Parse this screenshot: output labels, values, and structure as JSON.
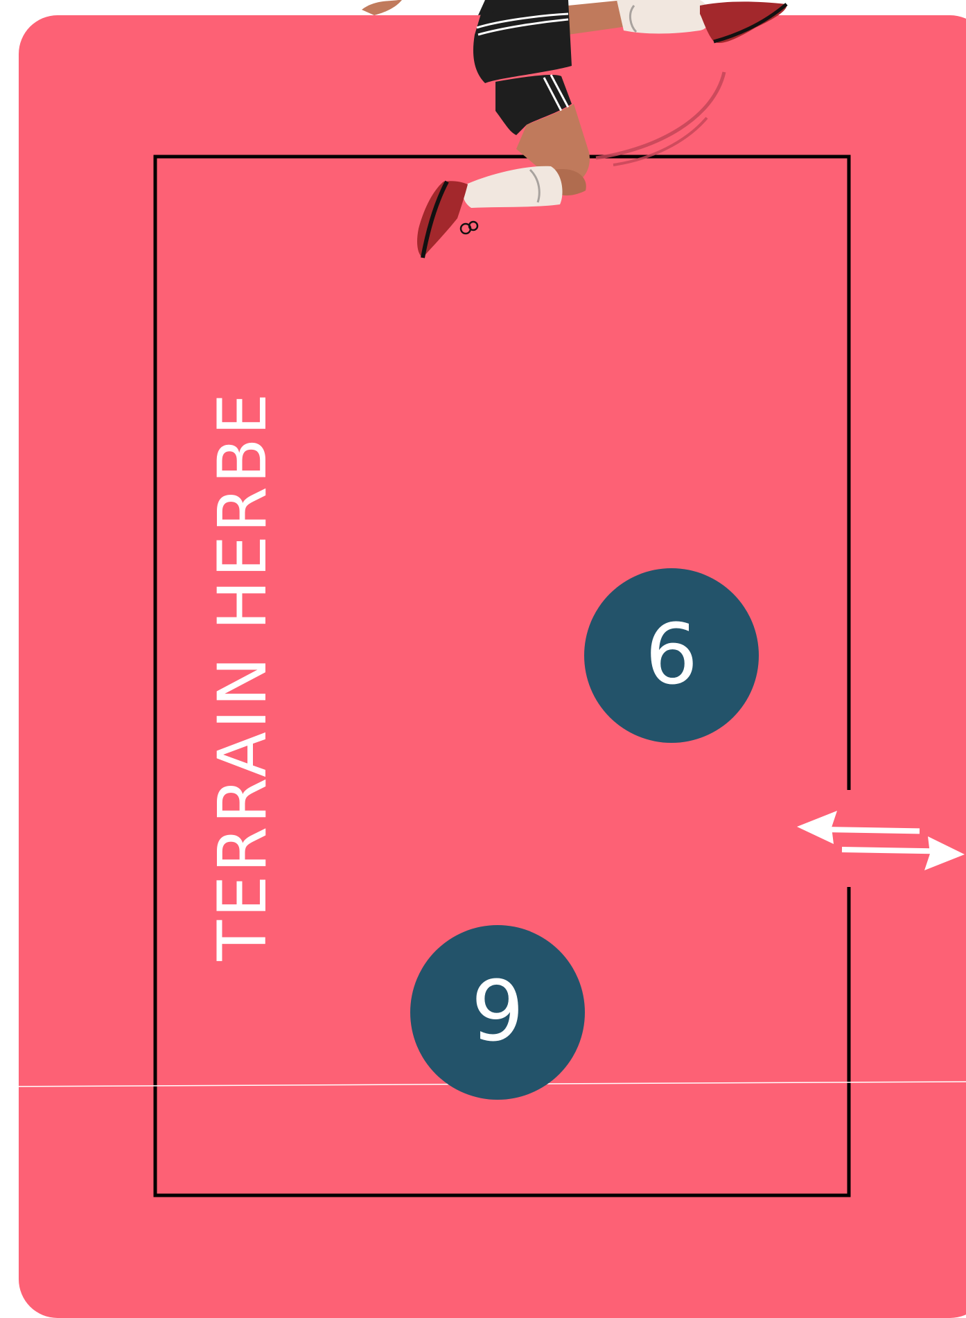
{
  "colors": {
    "pitch": "#fd6175",
    "line": "#000000",
    "circle": "#23536a",
    "text": "#ffffff",
    "sock": "#f1e7df",
    "boot": "#a3282c",
    "shorts": "#1e1e1e",
    "skin": "#c07a5c"
  },
  "field": {
    "label": "TERRAIN HERBE"
  },
  "players": [
    {
      "number": "6",
      "icon": "player-6-marker"
    },
    {
      "number": "9",
      "icon": "player-9-marker"
    }
  ],
  "arrows": {
    "icon": "two-way-arrow-icon"
  },
  "illustration": {
    "icon": "soccer-player-kick-illustration"
  }
}
